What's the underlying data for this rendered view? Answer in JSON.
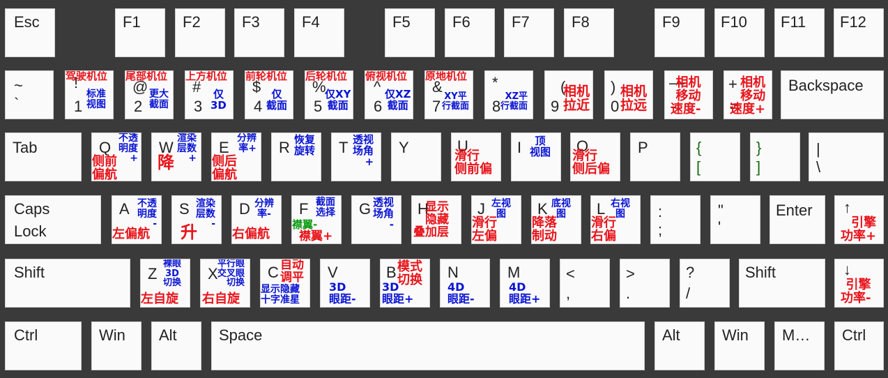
{
  "keys": {
    "esc": "Esc",
    "f1": "F1",
    "f2": "F2",
    "f3": "F3",
    "f4": "F4",
    "f5": "F5",
    "f6": "F6",
    "f7": "F7",
    "f8": "F8",
    "f9": "F9",
    "f10": "F10",
    "f11": "F11",
    "f12": "F12",
    "tilde_top": "~",
    "tilde_bot": "`",
    "n1_top": "!",
    "n1_bot": "1",
    "n2_top": "@",
    "n2_bot": "2",
    "n3_top": "#",
    "n3_bot": "3",
    "n4_top": "$",
    "n4_bot": "4",
    "n5_top": "%",
    "n5_bot": "5",
    "n6_top": "^",
    "n6_bot": "6",
    "n7_top": "&",
    "n7_bot": "7",
    "n8_top": "*",
    "n8_bot": "8",
    "n9_top": "(",
    "n9_bot": "9",
    "n0_top": ")",
    "n0_bot": "0",
    "minus_top": "—",
    "minus_bot": "-",
    "plus_top": "+",
    "plus_bot": "=",
    "backspace": "Backspace",
    "tab": "Tab",
    "q": "Q",
    "w": "W",
    "e": "E",
    "r": "R",
    "t": "T",
    "y": "Y",
    "u": "U",
    "i": "I",
    "o": "O",
    "p": "P",
    "lbr_top": "{",
    "lbr_bot": "[",
    "rbr_top": "}",
    "rbr_bot": "]",
    "bs_top": "|",
    "bs_bot": "\\",
    "caps1": "Caps",
    "caps2": "Lock",
    "a": "A",
    "s": "S",
    "d": "D",
    "f": "F",
    "g": "G",
    "h": "H",
    "j": "J",
    "k": "K",
    "l": "L",
    "semi_top": ":",
    "semi_bot": ";",
    "quote_top": "\"",
    "quote_bot": "'",
    "enter": "Enter",
    "up": "↑",
    "shift_l": "Shift",
    "z": "Z",
    "x": "X",
    "c": "C",
    "v": "V",
    "b": "B",
    "n": "N",
    "m": "M",
    "comma_top": "<",
    "comma_bot": ",",
    "period_top": ">",
    "period_bot": ".",
    "slash_top": "?",
    "slash_bot": "/",
    "shift_r": "Shift",
    "down": "↓",
    "ctrl_l": "Ctrl",
    "win_l": "Win",
    "alt_l": "Alt",
    "space": "Space",
    "alt_r": "Alt",
    "win_r": "Win",
    "menu": "M…",
    "ctrl_r": "Ctrl"
  },
  "annotations": {
    "n1_red": "驾驶机位",
    "n1_blue": "标准\n视图",
    "n2_red": "尾部机位",
    "n2_blue": "更大\n截面",
    "n3_red": "上方机位",
    "n3_blue": "仅\n3D",
    "n4_red": "前轮机位",
    "n4_blue": "仅\n截面",
    "n5_red": "后轮机位",
    "n5_blue": "仅XY\n截面",
    "n6_red": "俯视机位",
    "n6_blue": "仅XZ\n截面",
    "n7_red": "原地机位",
    "n7_blue": "XY平\n行截面",
    "n8_blue": "XZ平\n行截面",
    "n9_red": "相机\n拉近",
    "n0_red": "相机\n拉远",
    "minus_red": "相机\n移动\n速度-",
    "plus_red": "相机\n移动\n速度+",
    "q_blue": "不透\n明度\n+",
    "q_red": "侧前\n偏航",
    "w_blue": "渲染\n层数\n+",
    "w_red": "降",
    "e_blue": "分辨\n率+",
    "e_red": "侧后\n偏航",
    "r_blue": "恢复\n旋转",
    "t_blue": "透视\n场角\n+",
    "u_red": "滑行\n侧前偏",
    "i_blue": "顶\n视图",
    "o_red": "滑行\n侧后偏",
    "a_blue": "不透\n明度\n-",
    "a_red": "左偏航",
    "s_blue": "渲染\n层数\n-",
    "s_red": "升",
    "d_blue": "分辨\n率-",
    "d_red": "右偏航",
    "f_blue": "截面\n选择",
    "f_green": "襟翼-",
    "f_red": "襟翼+",
    "g_blue": "透视\n场角\n-",
    "h_red": "显示\n隐藏\n叠加层",
    "j_blue": "左视\n图",
    "j_red": "滑行\n左偏",
    "k_blue": "底视\n图",
    "k_red": "降落\n制动",
    "l_blue": "右视\n图",
    "l_red": "滑行\n右偏",
    "up_red": "引擎\n功率+",
    "z_blue": "裸眼\n3D\n切换",
    "z_red": "左自旋",
    "x_blue": "平行眼\n交叉眼\n切换",
    "x_red": "右自旋",
    "c_red": "自动\n调平",
    "c_blue": "显示隐藏\n十字准星",
    "v_blue": "3D\n眼距-",
    "b_red": "模式\n切换",
    "b_blue": "3D\n眼距+",
    "n_blue": "4D\n眼距-",
    "m_blue": "4D\n眼距+",
    "down_red": "引擎\n功率-"
  }
}
